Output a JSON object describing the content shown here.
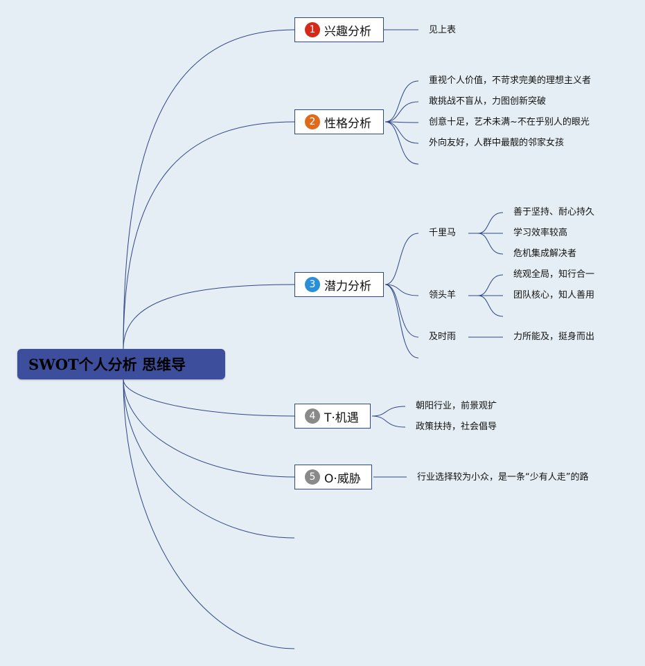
{
  "root": {
    "title": "SWOT个人分析 思维导"
  },
  "colors": {
    "line": "#2e4586",
    "root_bg": "#3d4f9c",
    "background": "#e5eef4"
  },
  "branches": [
    {
      "badge": "1",
      "badge_color": "#d42a1a",
      "label": "兴趣分析",
      "items": [
        "见上表"
      ]
    },
    {
      "badge": "2",
      "badge_color": "#e06a1c",
      "label": "性格分析",
      "items": [
        "重视个人价值，不苛求完美的理想主义者",
        "敢挑战不盲从，力图创新突破",
        "创意十足，艺术未满~不在乎别人的眼光",
        "外向友好，人群中最靓的邻家女孩"
      ]
    },
    {
      "badge": "3",
      "badge_color": "#2a8fd6",
      "label": "潜力分析",
      "groups": [
        {
          "label": "千里马",
          "items": [
            "善于坚持、耐心持久",
            "学习效率较高",
            "危机集成解决者"
          ]
        },
        {
          "label": "领头羊",
          "items": [
            "统观全局，知行合一",
            "团队核心，知人善用"
          ]
        },
        {
          "label": "及时雨",
          "items": [
            "力所能及，挺身而出"
          ]
        }
      ]
    },
    {
      "badge": "4",
      "badge_color": "#8a8a8a",
      "label": "T·机遇",
      "items": [
        "朝阳行业，前景观扩",
        "政策扶持，社会倡导"
      ]
    },
    {
      "badge": "5",
      "badge_color": "#8a8a8a",
      "label": "O·威胁",
      "items": [
        "行业选择较为小众，是一条“少有人走”的路"
      ]
    }
  ]
}
